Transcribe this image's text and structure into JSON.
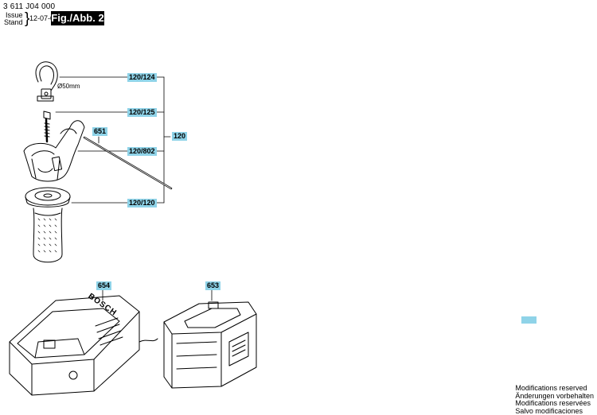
{
  "header": {
    "part_number": "3 611 J04 000",
    "issue_label_line1": "Issue",
    "issue_label_line2": "Stand",
    "issue_date": "12-07-04",
    "figure_label": "Fig./Abb. 2"
  },
  "callouts": {
    "c120_124": "120/124",
    "c120_125": "120/125",
    "c651": "651",
    "c120_802": "120/802",
    "c120": "120",
    "c120_120": "120/120",
    "c654": "654",
    "c653": "653"
  },
  "annotations": {
    "diameter": "Ø50mm",
    "charger_brand": "BOSCH"
  },
  "footer": {
    "line1": "Modifications reserved",
    "line2": "Änderungen vorbehalten",
    "line3": "Modifications reservées",
    "line4": "Salvo modificaciones"
  },
  "colors": {
    "callout_fill": "#8fd3e8",
    "ink": "#000000"
  }
}
